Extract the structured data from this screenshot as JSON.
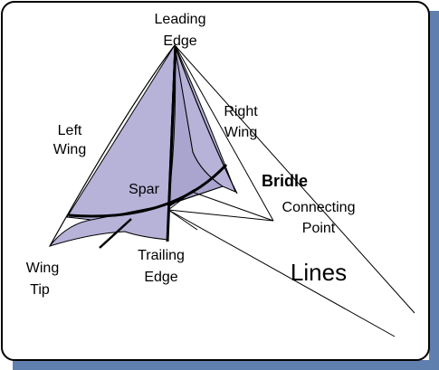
{
  "colors": {
    "sail": "#b6b2d8",
    "sail_shadow": "#a29ec8",
    "outline": "#000000",
    "frame_shadow": "#5f7fae",
    "background": "#ffffff"
  },
  "labels": {
    "leading_edge_line1": "Leading",
    "leading_edge_line2": "Edge",
    "left_wing_line1": "Left",
    "left_wing_line2": "Wing",
    "right_wing_line1": "Right",
    "right_wing_line2": "Wing",
    "bridle": "Bridle",
    "spar": "Spar",
    "connecting_point_line1": "Connecting",
    "connecting_point_line2": "Point",
    "wing_tip_line1": "Wing",
    "wing_tip_line2": "Tip",
    "trailing_edge_line1": "Trailing",
    "trailing_edge_line2": "Edge",
    "lines": "Lines"
  }
}
